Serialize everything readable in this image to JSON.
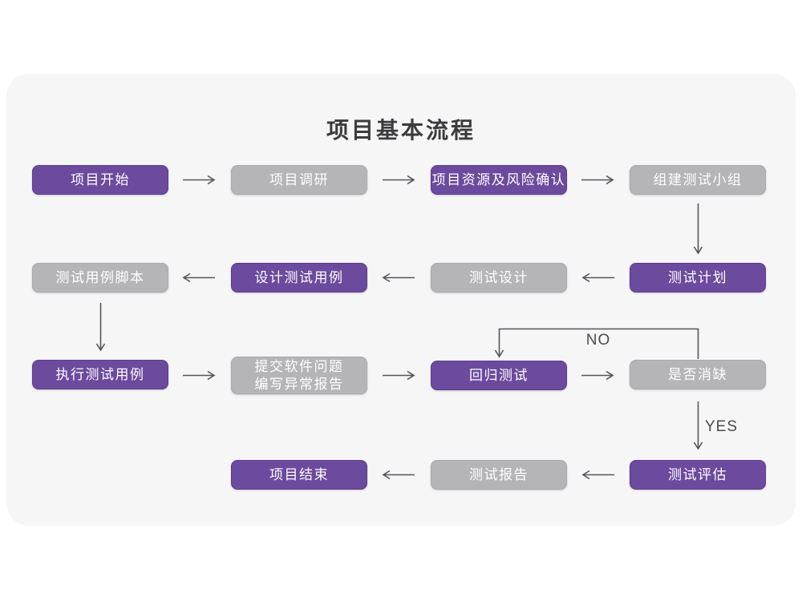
{
  "title": "项目基本流程",
  "colors": {
    "page-bg": "#ffffff",
    "card-bg": "#f6f6f7",
    "purple": "#6c4a9d",
    "purple-border": "#5d3d90",
    "gray": "#b5b4b6",
    "gray-border": "#aaa9ab",
    "box-text": "#ffffff",
    "arrow": "#55555a",
    "label-color": "#4b4b4e",
    "title-color": "#3c3c3e"
  },
  "nodes": [
    {
      "id": "project-start",
      "label": "项目开始",
      "type": "purple"
    },
    {
      "id": "project-research",
      "label": "项目调研",
      "type": "gray"
    },
    {
      "id": "resource-risk-confirm",
      "label": "项目资源及风险确认",
      "type": "purple"
    },
    {
      "id": "build-test-team",
      "label": "组建测试小组",
      "type": "gray"
    },
    {
      "id": "test-plan",
      "label": "测试计划",
      "type": "purple"
    },
    {
      "id": "test-design",
      "label": "测试设计",
      "type": "gray"
    },
    {
      "id": "design-test-cases",
      "label": "设计测试用例",
      "type": "purple"
    },
    {
      "id": "test-case-scripts",
      "label": "测试用例脚本",
      "type": "gray"
    },
    {
      "id": "execute-test-cases",
      "label": "执行测试用例",
      "type": "purple"
    },
    {
      "id": "submit-issue-report",
      "label": "提交软件问题\n编写异常报告",
      "type": "gray"
    },
    {
      "id": "regression-test",
      "label": "回归测试",
      "type": "purple"
    },
    {
      "id": "defect-cleared",
      "label": "是否消缺",
      "type": "gray"
    },
    {
      "id": "test-evaluation",
      "label": "测试评估",
      "type": "purple"
    },
    {
      "id": "test-report",
      "label": "测试报告",
      "type": "gray"
    },
    {
      "id": "project-end",
      "label": "项目结束",
      "type": "purple"
    }
  ],
  "edges": [
    {
      "from": "project-start",
      "to": "project-research"
    },
    {
      "from": "project-research",
      "to": "resource-risk-confirm"
    },
    {
      "from": "resource-risk-confirm",
      "to": "build-test-team"
    },
    {
      "from": "build-test-team",
      "to": "test-plan"
    },
    {
      "from": "test-plan",
      "to": "test-design"
    },
    {
      "from": "test-design",
      "to": "design-test-cases"
    },
    {
      "from": "design-test-cases",
      "to": "test-case-scripts"
    },
    {
      "from": "test-case-scripts",
      "to": "execute-test-cases"
    },
    {
      "from": "execute-test-cases",
      "to": "submit-issue-report"
    },
    {
      "from": "submit-issue-report",
      "to": "regression-test"
    },
    {
      "from": "regression-test",
      "to": "defect-cleared"
    },
    {
      "from": "defect-cleared",
      "to": "regression-test",
      "label": "NO"
    },
    {
      "from": "defect-cleared",
      "to": "test-evaluation",
      "label": "YES"
    },
    {
      "from": "test-evaluation",
      "to": "test-report"
    },
    {
      "from": "test-report",
      "to": "project-end"
    }
  ]
}
